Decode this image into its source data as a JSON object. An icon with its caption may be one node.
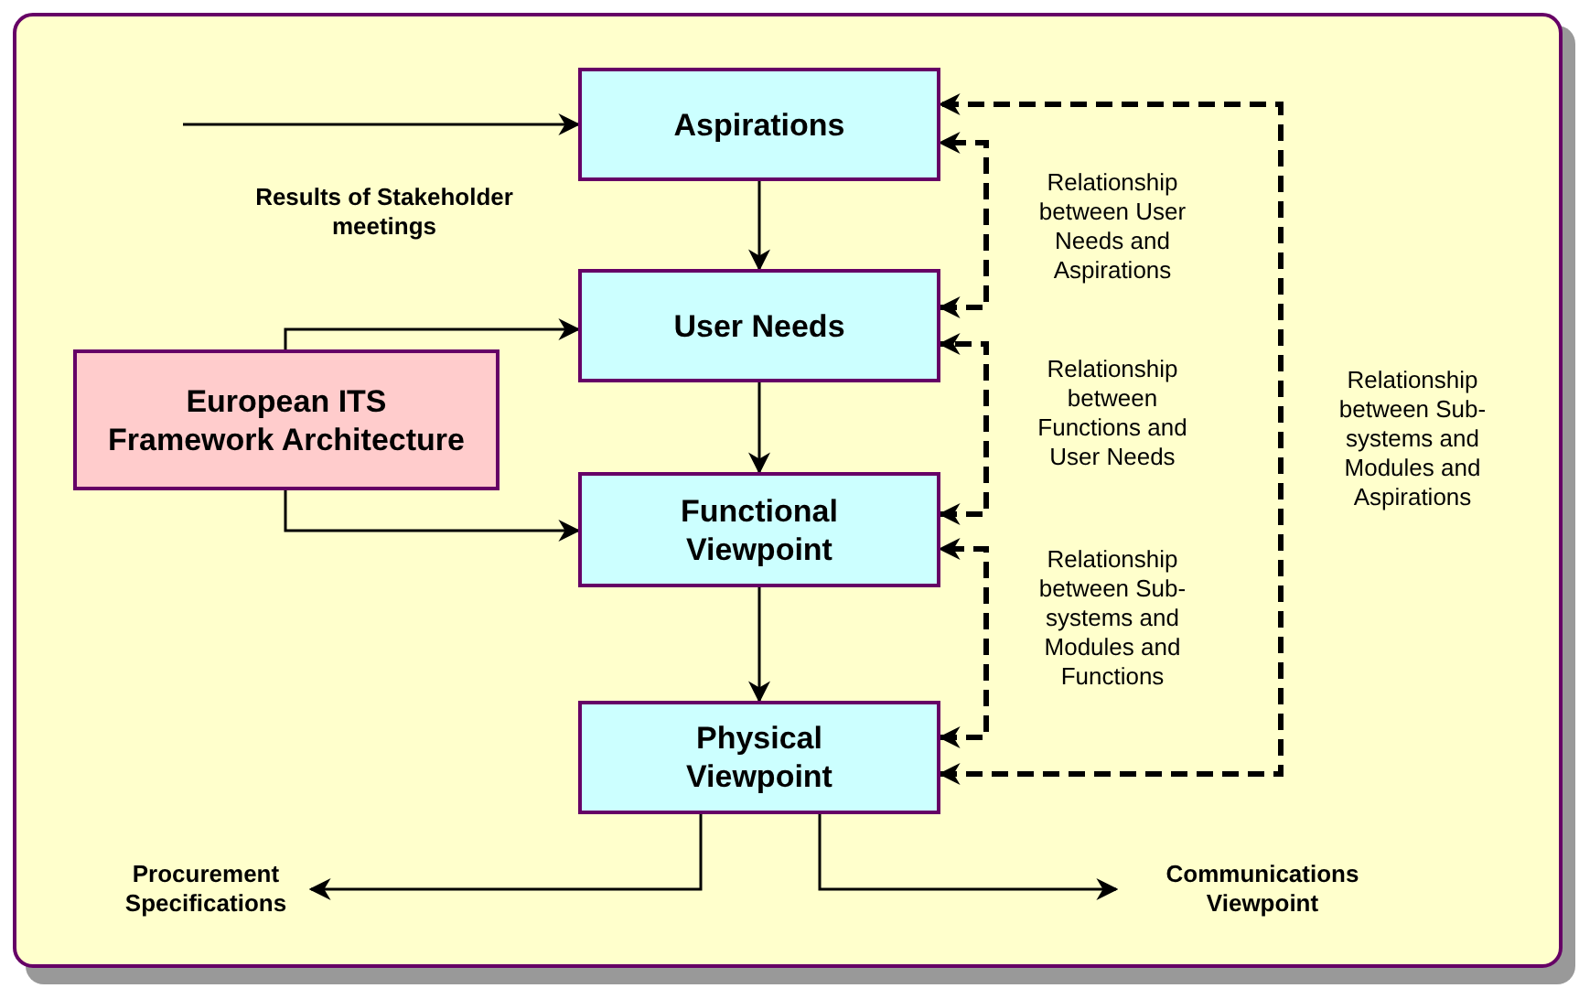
{
  "diagram": {
    "nodes": [
      {
        "text": [
          "Aspirations"
        ]
      },
      {
        "text": [
          "User Needs"
        ]
      },
      {
        "text": [
          "European ITS Framework Architecture"
        ]
      },
      {
        "text": [
          "Functional Viewpoint"
        ]
      },
      {
        "text": [
          "Physical Viewpoint"
        ]
      },
      {
        "text": [
          "Procurement Specifications"
        ]
      },
      {
        "text": [
          "Communications Viewpoint"
        ]
      }
    ],
    "edges": [
      {
        "from": null,
        "to": 0,
        "arrow": "to",
        "label": "Results of Stakeholder meetings"
      },
      {
        "from": 0,
        "to": 1,
        "arrow": "to"
      },
      {
        "from": 1,
        "to": 3,
        "arrow": "to"
      },
      {
        "from": 3,
        "to": 4,
        "arrow": "to"
      },
      {
        "from": 2,
        "to": 1,
        "arrow": "to"
      },
      {
        "from": 2,
        "to": 3,
        "arrow": "to"
      },
      {
        "from": 4,
        "to": 5,
        "arrow": "to"
      },
      {
        "from": 4,
        "to": 6,
        "arrow": "to"
      },
      {
        "from": 1,
        "to": 0,
        "arrow": "both",
        "style": "dashed",
        "label": "Relationship between User Needs and Aspirations"
      },
      {
        "from": 3,
        "to": 1,
        "arrow": "both",
        "style": "dashed",
        "label": "Relationship between Functions and User Needs"
      },
      {
        "from": 4,
        "to": 3,
        "arrow": "both",
        "style": "dashed",
        "label": "Relationship between Sub-systems and Modules and Functions"
      },
      {
        "from": 4,
        "to": 0,
        "arrow": "both",
        "style": "dashed",
        "label": "Relationship between Sub-systems and Modules and Aspirations"
      }
    ]
  }
}
